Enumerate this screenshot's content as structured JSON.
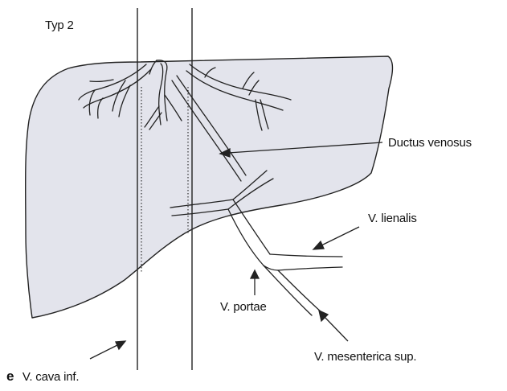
{
  "figure": {
    "type_label": "Typ 2",
    "panel_letter": "e",
    "labels": {
      "ductus_venosus": "Ductus venosus",
      "v_lienalis": "V. lienalis",
      "v_portae": "V. portae",
      "v_mesenterica_sup": "V. mesenterica sup.",
      "v_cava_inf": "V. cava inf."
    }
  },
  "colors": {
    "liver_fill": "#e3e4ec",
    "stroke": "#222222",
    "background": "#ffffff"
  }
}
